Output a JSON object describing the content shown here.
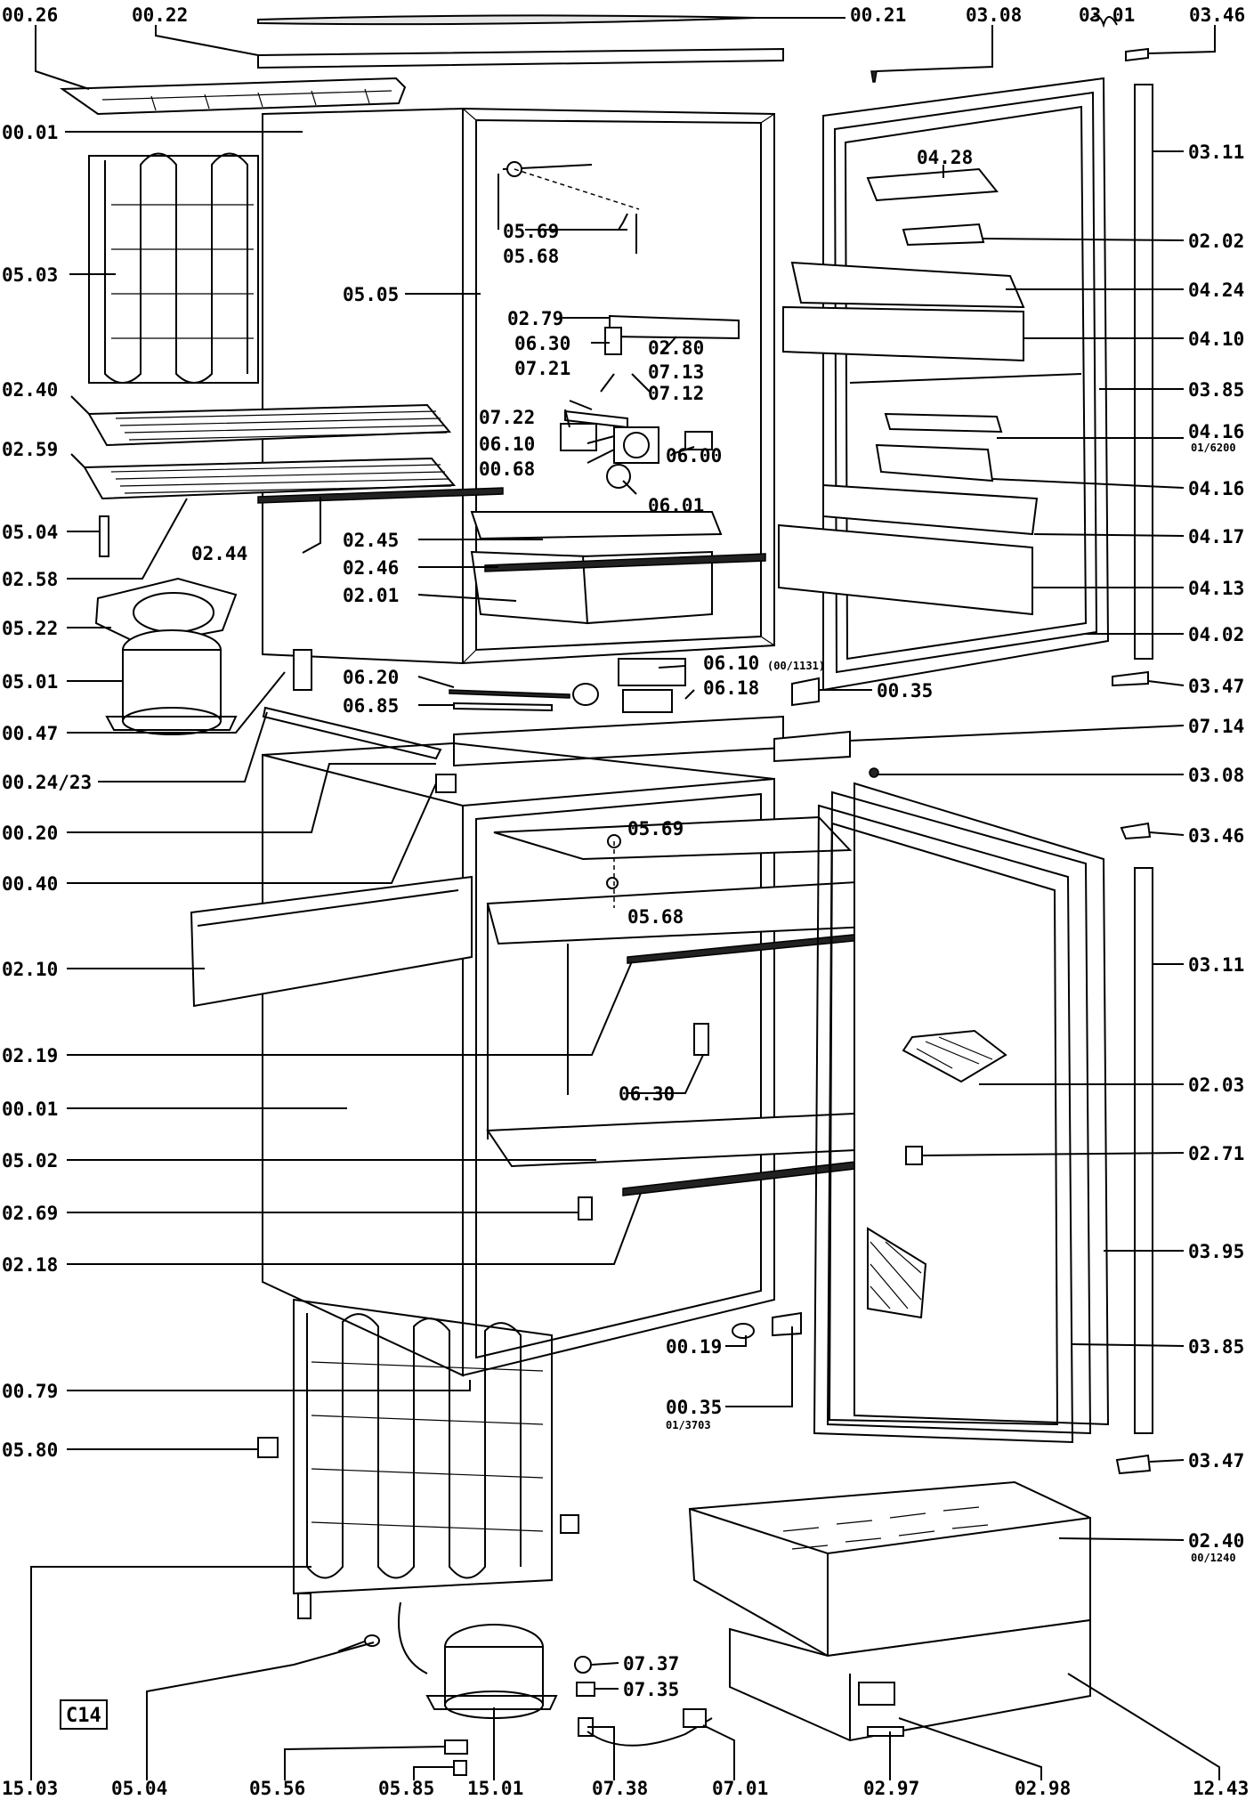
{
  "diagram_code": "C14",
  "top_labels": [
    "00.26",
    "00.22",
    "00.21",
    "03.08",
    "03 01",
    "03.46"
  ],
  "left_labels": [
    "00.01",
    "05.03",
    "02.40",
    "02.59",
    "05.04",
    "02.58",
    "05.22",
    "05.01",
    "00.47",
    "00.24/23",
    "00.20",
    "00.40",
    "02.10",
    "02.19",
    "00.01",
    "05.02",
    "02.69",
    "02.18",
    "00.79",
    "05.80",
    "15.03"
  ],
  "center_labels": [
    "05.69",
    "05.68",
    "05.05",
    "02.79",
    "06.30",
    "02.80",
    "07.21",
    "07.13",
    "07.12",
    "07.22",
    "06.10",
    "00.68",
    "06.00",
    "06.01",
    "02.44",
    "02.45",
    "02.46",
    "02.01",
    "06.10",
    "06.20",
    "06.18",
    "06.85",
    "05.69",
    "05.68",
    "06.30",
    "00.19",
    "00.35",
    "07.37",
    "07.35"
  ],
  "center_sub_labels": {
    "06.10": "(00/1131)",
    "00.35": "01/3703"
  },
  "right_labels": [
    "03.11",
    "04.28",
    "02.02",
    "04.24",
    "04.10",
    "03.85",
    "04.16",
    "04.16",
    "04.17",
    "04.13",
    "04.02",
    "00.35",
    "03.47",
    "07.14",
    "03.08",
    "03.46",
    "03.11",
    "02.03",
    "02.71",
    "03.95",
    "03.85",
    "03.47",
    "02.40"
  ],
  "right_sub_labels": {
    "04.16": "01/6200",
    "02.40": "00/1240"
  },
  "bottom_labels": [
    "15.03",
    "05.04",
    "05.56",
    "05.85",
    "15.01",
    "07.38",
    "07.01",
    "02.97",
    "02.98",
    "12.43"
  ]
}
